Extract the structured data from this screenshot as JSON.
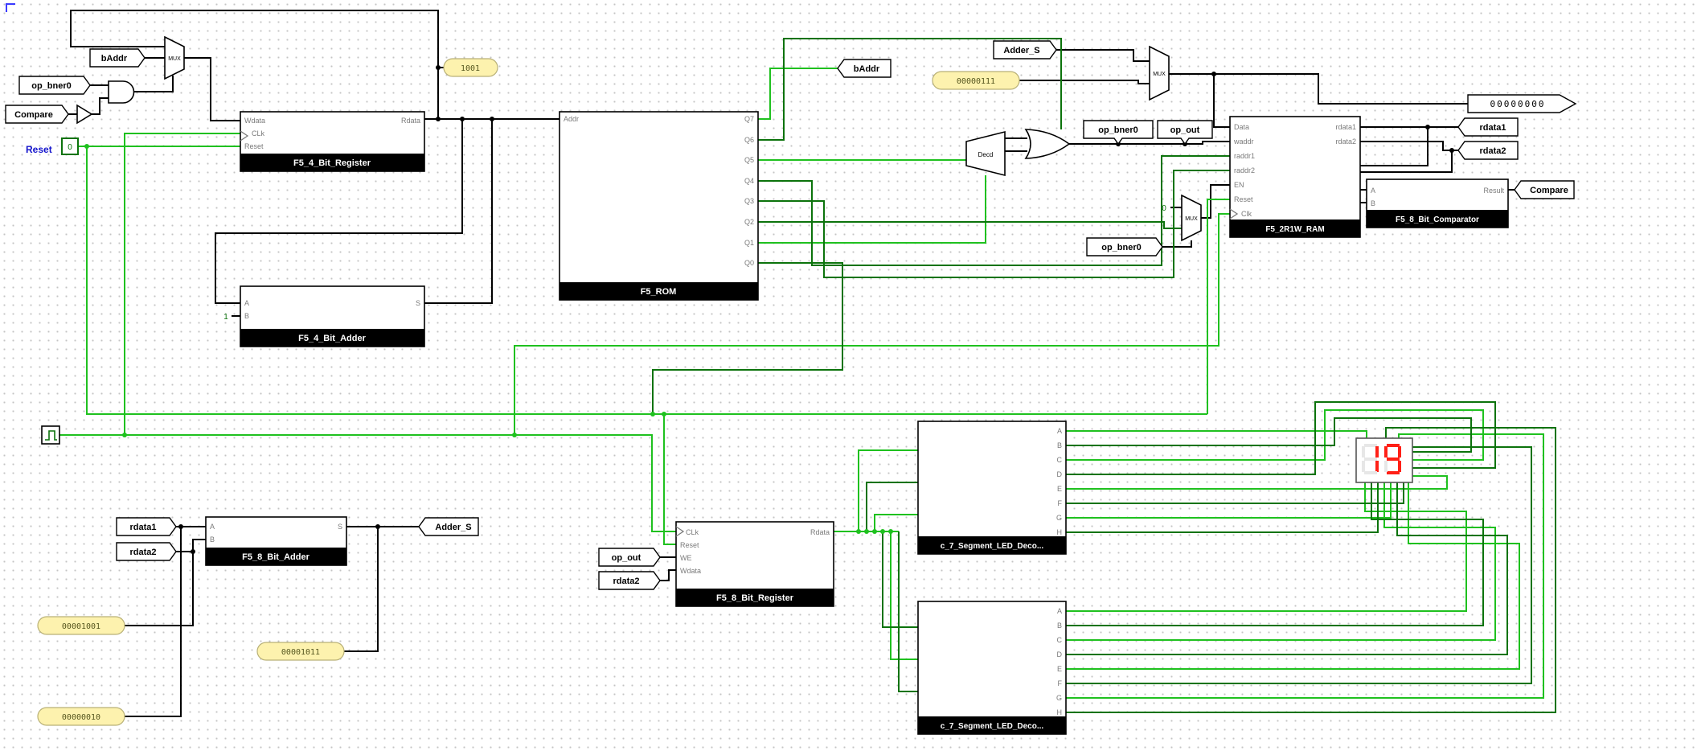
{
  "colors": {
    "wire": "#000000",
    "wire_high": "#1fc11f",
    "wire_low": "#0c730c",
    "constant_fill": "#fdf2ae",
    "constant_border": "#b9b178",
    "title_bg": "#000000",
    "title_fg": "#ffffff",
    "pin_label": "#7a7a7a",
    "reset_label": "#1414cc",
    "segment_on": "#ff2016",
    "segment_off": "#e7e7e7"
  },
  "tunnels": {
    "baddr_top_left": "bAddr",
    "op_bner0_top_left": "op_bner0",
    "compare_top_left": "Compare",
    "baddr_mid": "bAddr",
    "adder_s_top": "Adder_S",
    "op_bner0_mid_a": "op_bner0",
    "op_out_mid": "op_out",
    "op_bner0_mid_b": "op_bner0",
    "rdata1_right": "rdata1",
    "rdata2_right": "rdata2",
    "compare_right": "Compare",
    "rdata1_bottom_left": "rdata1",
    "rdata2_bottom_left": "rdata2",
    "adder_s_bottom": "Adder_S",
    "op_out_bottom": "op_out",
    "rdata2_bottom": "rdata2"
  },
  "inputs": {
    "reset_label": "Reset",
    "reset_value": "0"
  },
  "constants": {
    "rom_init": "1001",
    "mux2_b": "00000111",
    "adder8_c1": "00001001",
    "adder8_c2": "00001011",
    "adder8_c3": "00000010",
    "adder4_carry": "1",
    "mux3_zero": "0"
  },
  "output_pin": {
    "value": "00000000"
  },
  "gates": {
    "mux1": "MUX",
    "mux2": "MUX",
    "mux3": "MUX",
    "decoder": "Decd"
  },
  "components": {
    "reg4": {
      "title": "F5_4_Bit_Register",
      "pins_left": [
        "Wdata",
        "CLk",
        "Reset"
      ],
      "pins_right": [
        "Rdata"
      ]
    },
    "adder4": {
      "title": "F5_4_Bit_Adder",
      "pins_left": [
        "A",
        "B"
      ],
      "pins_right": [
        "S"
      ]
    },
    "rom": {
      "title": "F5_ROM",
      "pins_left": [
        "Addr"
      ],
      "pins_right": [
        "Q7",
        "Q6",
        "Q5",
        "Q4",
        "Q3",
        "Q2",
        "Q1",
        "Q0"
      ]
    },
    "ram": {
      "title": "F5_2R1W_RAM",
      "pins_left": [
        "Data",
        "waddr",
        "raddr1",
        "raddr2",
        "EN",
        "Reset",
        "Clk"
      ],
      "pins_right": [
        "rdata1",
        "rdata2"
      ]
    },
    "comparator": {
      "title": "F5_8_Bit_Comparator",
      "pins_left": [
        "A",
        "B"
      ],
      "pins_right": [
        "Result"
      ]
    },
    "adder8": {
      "title": "F5_8_Bit_Adder",
      "pins_left": [
        "A",
        "B"
      ],
      "pins_right": [
        "S"
      ]
    },
    "reg8": {
      "title": "F5_8_Bit_Register",
      "pins_left": [
        "CLk",
        "Reset",
        "WE",
        "Wdata"
      ],
      "pins_right": [
        "Rdata"
      ]
    },
    "dec1": {
      "title": "c_7_Segment_LED_Deco...",
      "pins_right": [
        "A",
        "B",
        "C",
        "D",
        "E",
        "F",
        "G",
        "H"
      ]
    },
    "dec2": {
      "title": "c_7_Segment_LED_Deco...",
      "pins_right": [
        "A",
        "B",
        "C",
        "D",
        "E",
        "F",
        "G",
        "H"
      ]
    }
  },
  "seven_segment": {
    "value": "19"
  }
}
